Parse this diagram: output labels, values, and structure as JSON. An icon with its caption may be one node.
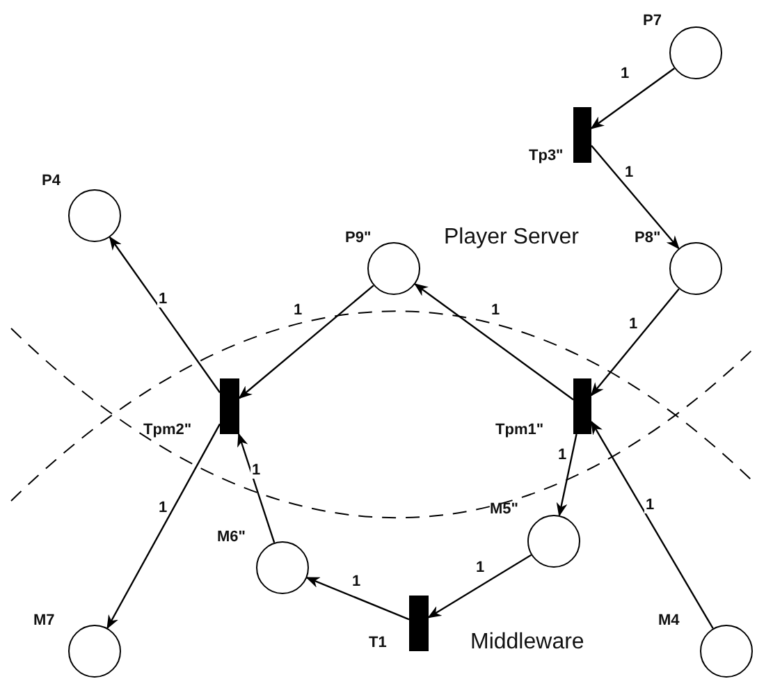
{
  "diagram": {
    "nodes": [
      {
        "text": [],
        "shape": "circle",
        "beside": [
          "P7"
        ]
      },
      {
        "text": [],
        "shape": "bar",
        "beside": [
          "Tp3\""
        ]
      },
      {
        "text": [],
        "shape": "circle",
        "beside": [
          "P4"
        ]
      },
      {
        "text": [],
        "shape": "circle",
        "beside": [
          "P9\""
        ]
      },
      {
        "text": [],
        "shape": "circle",
        "beside": [
          "P8\""
        ]
      },
      {
        "text": [],
        "shape": "bar",
        "beside": [
          "Tpm2\""
        ]
      },
      {
        "text": [],
        "shape": "bar",
        "beside": [
          "Tpm1\""
        ]
      },
      {
        "text": [],
        "shape": "circle",
        "beside": [
          "M5\""
        ]
      },
      {
        "text": [],
        "shape": "circle",
        "beside": [
          "M6\""
        ]
      },
      {
        "text": [],
        "shape": "bar",
        "beside": [
          "T1"
        ]
      },
      {
        "text": [],
        "shape": "circle",
        "beside": [
          "M7"
        ]
      },
      {
        "text": [],
        "shape": "circle",
        "beside": [
          "M4"
        ]
      }
    ],
    "edges": [
      {
        "from": 0,
        "to": 1,
        "arrow": "to",
        "label": "1"
      },
      {
        "from": 1,
        "to": 4,
        "arrow": "to",
        "label": "1"
      },
      {
        "from": 4,
        "to": 6,
        "arrow": "to",
        "label": "1"
      },
      {
        "from": 6,
        "to": 3,
        "arrow": "to",
        "label": "1"
      },
      {
        "from": 3,
        "to": 5,
        "arrow": "to",
        "label": "1"
      },
      {
        "from": 5,
        "to": 2,
        "arrow": "to",
        "label": "1"
      },
      {
        "from": 5,
        "to": 10,
        "arrow": "to",
        "label": "1"
      },
      {
        "from": 8,
        "to": 5,
        "arrow": "to",
        "label": "1"
      },
      {
        "from": 6,
        "to": 7,
        "arrow": "to",
        "label": "1"
      },
      {
        "from": 11,
        "to": 6,
        "arrow": "to",
        "label": "1"
      },
      {
        "from": 7,
        "to": 9,
        "arrow": "to",
        "label": "1"
      },
      {
        "from": 9,
        "to": 8,
        "arrow": "to",
        "label": "1"
      }
    ],
    "labels": [
      "Player Server",
      "Middleware"
    ]
  }
}
